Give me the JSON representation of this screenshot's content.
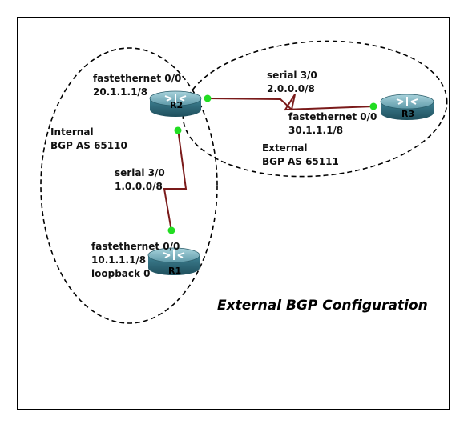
{
  "title": "External BGP Configuration",
  "zones": {
    "internal": {
      "line1": "Internal",
      "line2": "BGP AS 65110"
    },
    "external": {
      "line1": "External",
      "line2": "BGP AS 65111"
    }
  },
  "routers": {
    "r1": {
      "name": "R1",
      "if_line1": "fastethernet 0/0",
      "if_line2": "10.1.1.1/8",
      "if_line3": "loopback 0"
    },
    "r2": {
      "name": "R2",
      "if_line1": "fastethernet 0/0",
      "if_line2": "20.1.1.1/8"
    },
    "r3": {
      "name": "R3",
      "if_line1": "fastethernet 0/0",
      "if_line2": "30.1.1.1/8"
    }
  },
  "links": {
    "r1_r2": {
      "line1": "serial 3/0",
      "line2": "1.0.0.0/8"
    },
    "r2_r3": {
      "line1": "serial 3/0",
      "line2": "2.0.0.0/8"
    }
  },
  "colors": {
    "link": "#7a1a1a",
    "port": "#22dd22",
    "router_top": "#7fb6c2",
    "router_body": "#2f6f80"
  },
  "icons": {
    "router": "router-icon"
  }
}
